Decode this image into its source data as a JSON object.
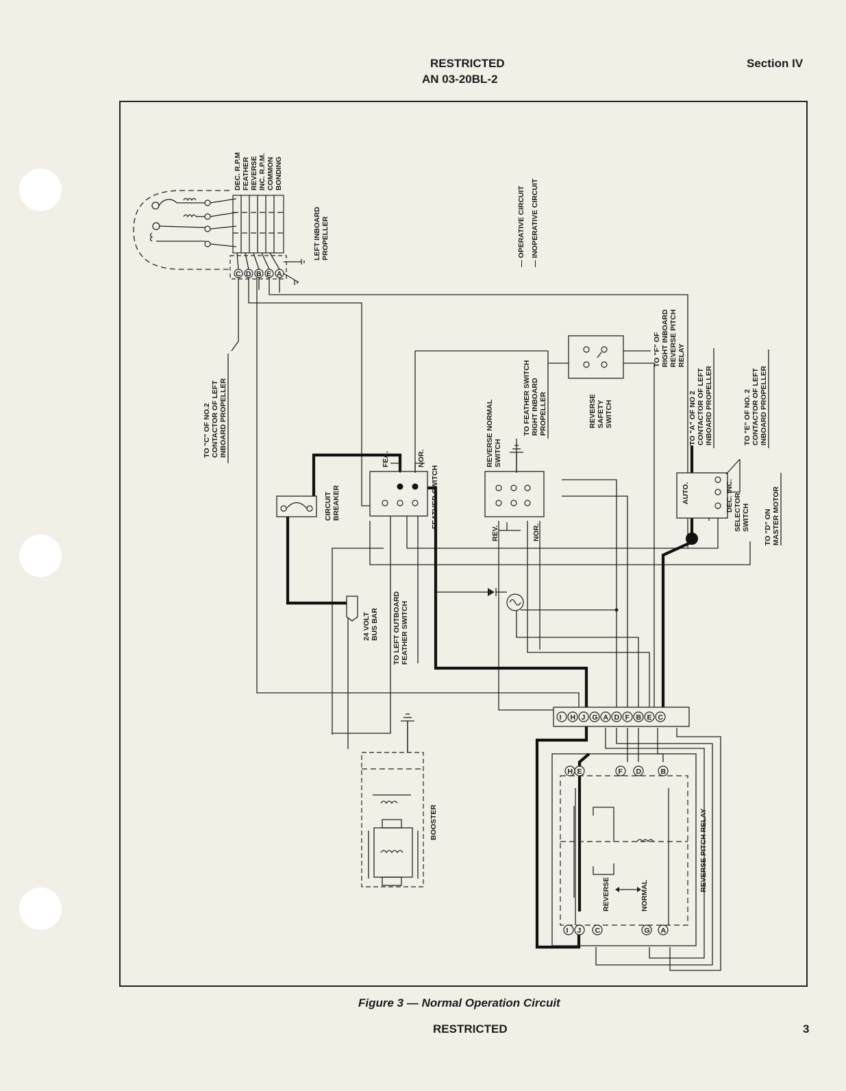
{
  "header": {
    "classification": "RESTRICTED",
    "document_number": "AN 03-20BL-2",
    "section": "Section IV"
  },
  "footer": {
    "classification": "RESTRICTED",
    "page_number": "3"
  },
  "figure_caption": "Figure 3 — Normal Operation Circuit",
  "legend": {
    "operative": "— OPERATIVE CIRCUIT",
    "inoperative": "— INOPERATIVE CIRCUIT"
  },
  "propeller": {
    "leads": [
      "DEC. R.P.M",
      "FEATHER",
      "REVERSE",
      "INC. R.P.M.",
      "COMMON",
      "BONDING"
    ],
    "label": [
      "LEFT INBOARD",
      "PROPELLER"
    ],
    "connector_pins": [
      "C",
      "D",
      "B",
      "E",
      "A"
    ]
  },
  "labels": {
    "to_c_contactor": [
      "TO \"C\" OF NO.2",
      "CONTACTOR OF LEFT",
      "INBOARD PROPELLER"
    ],
    "to_feather_switch": [
      "TO FEATHER SWITCH",
      "RIGHT INBOARD",
      "PROPELLER"
    ],
    "reverse_safety_switch": [
      "REVERSE",
      "SAFETY",
      "SWITCH"
    ],
    "to_f_relay": [
      "TO \"F\" OF",
      "RIGHT INBOARD",
      "REVERSE PITCH",
      "RELAY"
    ],
    "to_a_contactor": [
      "TO \"A\" OF NO 2",
      "CONTACTOR OF LEFT",
      "INBOARD PROPELLER"
    ],
    "to_e_contactor": [
      "TO \"E\" OF NO. 2",
      "CONTACTOR OF LEFT",
      "INBOARD PROPELLER"
    ],
    "to_d_master": [
      "TO \"D\" ON",
      "MASTER MOTOR"
    ],
    "circuit_breaker": [
      "CIRCUIT",
      "BREAKER"
    ],
    "feather_switch": "FEATHER SWITCH",
    "fea": "FEA.",
    "nor": "NOR.",
    "reverse_normal_switch": [
      "REVERSE NORMAL",
      "SWITCH"
    ],
    "rev": "REV.",
    "selector_switch": [
      "SELECTOR",
      "SWITCH"
    ],
    "auto": "AUTO.",
    "dec_inc": "DEC. INC.",
    "bus_bar": [
      "24 VOLT",
      "BUS BAR"
    ],
    "to_left_outboard": [
      "TO LEFT OUTBOARD",
      "FEATHER SWITCH"
    ],
    "booster": "BOOSTER",
    "reverse_pitch_relay": "REVERSE PITCH RELAY",
    "reverse": "REVERSE",
    "normal": "NORMAL"
  },
  "terminal_strip": [
    "I",
    "H",
    "J",
    "G",
    "A",
    "D",
    "F",
    "B",
    "E",
    "C"
  ],
  "relay": {
    "top_terminals": [
      "H",
      "E",
      "F",
      "D",
      "B"
    ],
    "bottom_terminals": [
      "I",
      "J",
      "C",
      "G",
      "A"
    ]
  }
}
